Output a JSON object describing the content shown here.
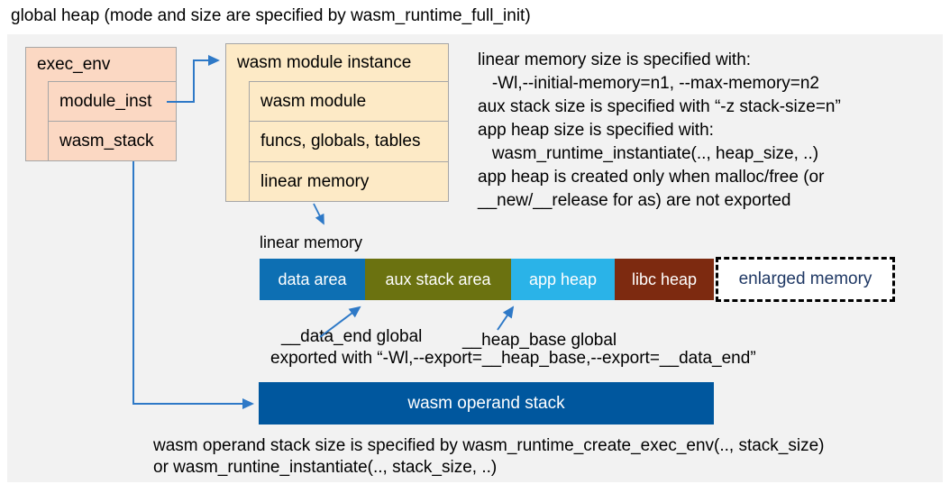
{
  "title": "global heap (mode and size are specified by wasm_runtime_full_init)",
  "exec_env": {
    "header": "exec_env",
    "fields": [
      "module_inst",
      "wasm_stack"
    ]
  },
  "module_instance": {
    "header": "wasm module instance",
    "fields": [
      "wasm module",
      "funcs, globals, tables",
      "linear memory"
    ]
  },
  "notes_right": {
    "lines": [
      "linear memory size is specified with:",
      "   -Wl,--initial-memory=n1, --max-memory=n2",
      "aux stack size is specified with “-z stack-size=n”",
      "app heap size is specified with:",
      "   wasm_runtime_instantiate(.., heap_size, ..)",
      "app heap is created only when malloc/free (or",
      "__new/__release for as) are not exported"
    ]
  },
  "linear_memory": {
    "label": "linear memory",
    "segments": [
      {
        "label": "data area",
        "color": "#0d6fb3"
      },
      {
        "label": "aux stack area",
        "color": "#6b7210"
      },
      {
        "label": "app heap",
        "color": "#2ab3e8"
      },
      {
        "label": "libc heap",
        "color": "#7d2a10"
      },
      {
        "label": "enlarged memory",
        "color": "#ffffff",
        "text_color": "#1f3864"
      }
    ]
  },
  "annotations": {
    "data_end_label": "__data_end global",
    "heap_base_label": "__heap_base global",
    "exported_line": "exported with “-Wl,--export=__heap_base,--export=__data_end”"
  },
  "operand_stack": {
    "label": "wasm operand stack",
    "color": "#00579e"
  },
  "notes_bottom": {
    "lines": [
      "wasm operand stack size is specified by wasm_runtime_create_exec_env(.., stack_size)",
      "or wasm_runtine_instantiate(.., stack_size, ..)"
    ]
  },
  "colors": {
    "panel_bg": "#f2f2f2",
    "box_peach": "#fbd8c3",
    "box_cream": "#fdeac6",
    "box_border": "#a6a6a6",
    "arrow_blue": "#2e79c7",
    "enlarged_text": "#1f3864"
  }
}
